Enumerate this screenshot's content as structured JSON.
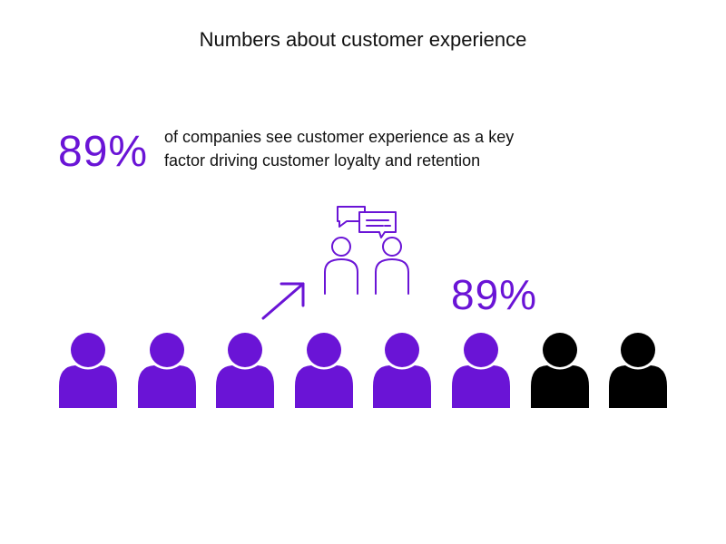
{
  "title": "Numbers about customer experience",
  "stat": {
    "value": "89%",
    "description_lines": [
      "of companies see customer experience as a key",
      "factor driving customer loyalty and retention"
    ]
  },
  "highlight_value": "89%",
  "people": {
    "total": 8,
    "highlighted": 6,
    "highlight_color": "#6a14d6",
    "other_color": "#000000"
  },
  "icons": [
    "conversation-icon",
    "arrow-up-right-icon",
    "person-icon"
  ]
}
